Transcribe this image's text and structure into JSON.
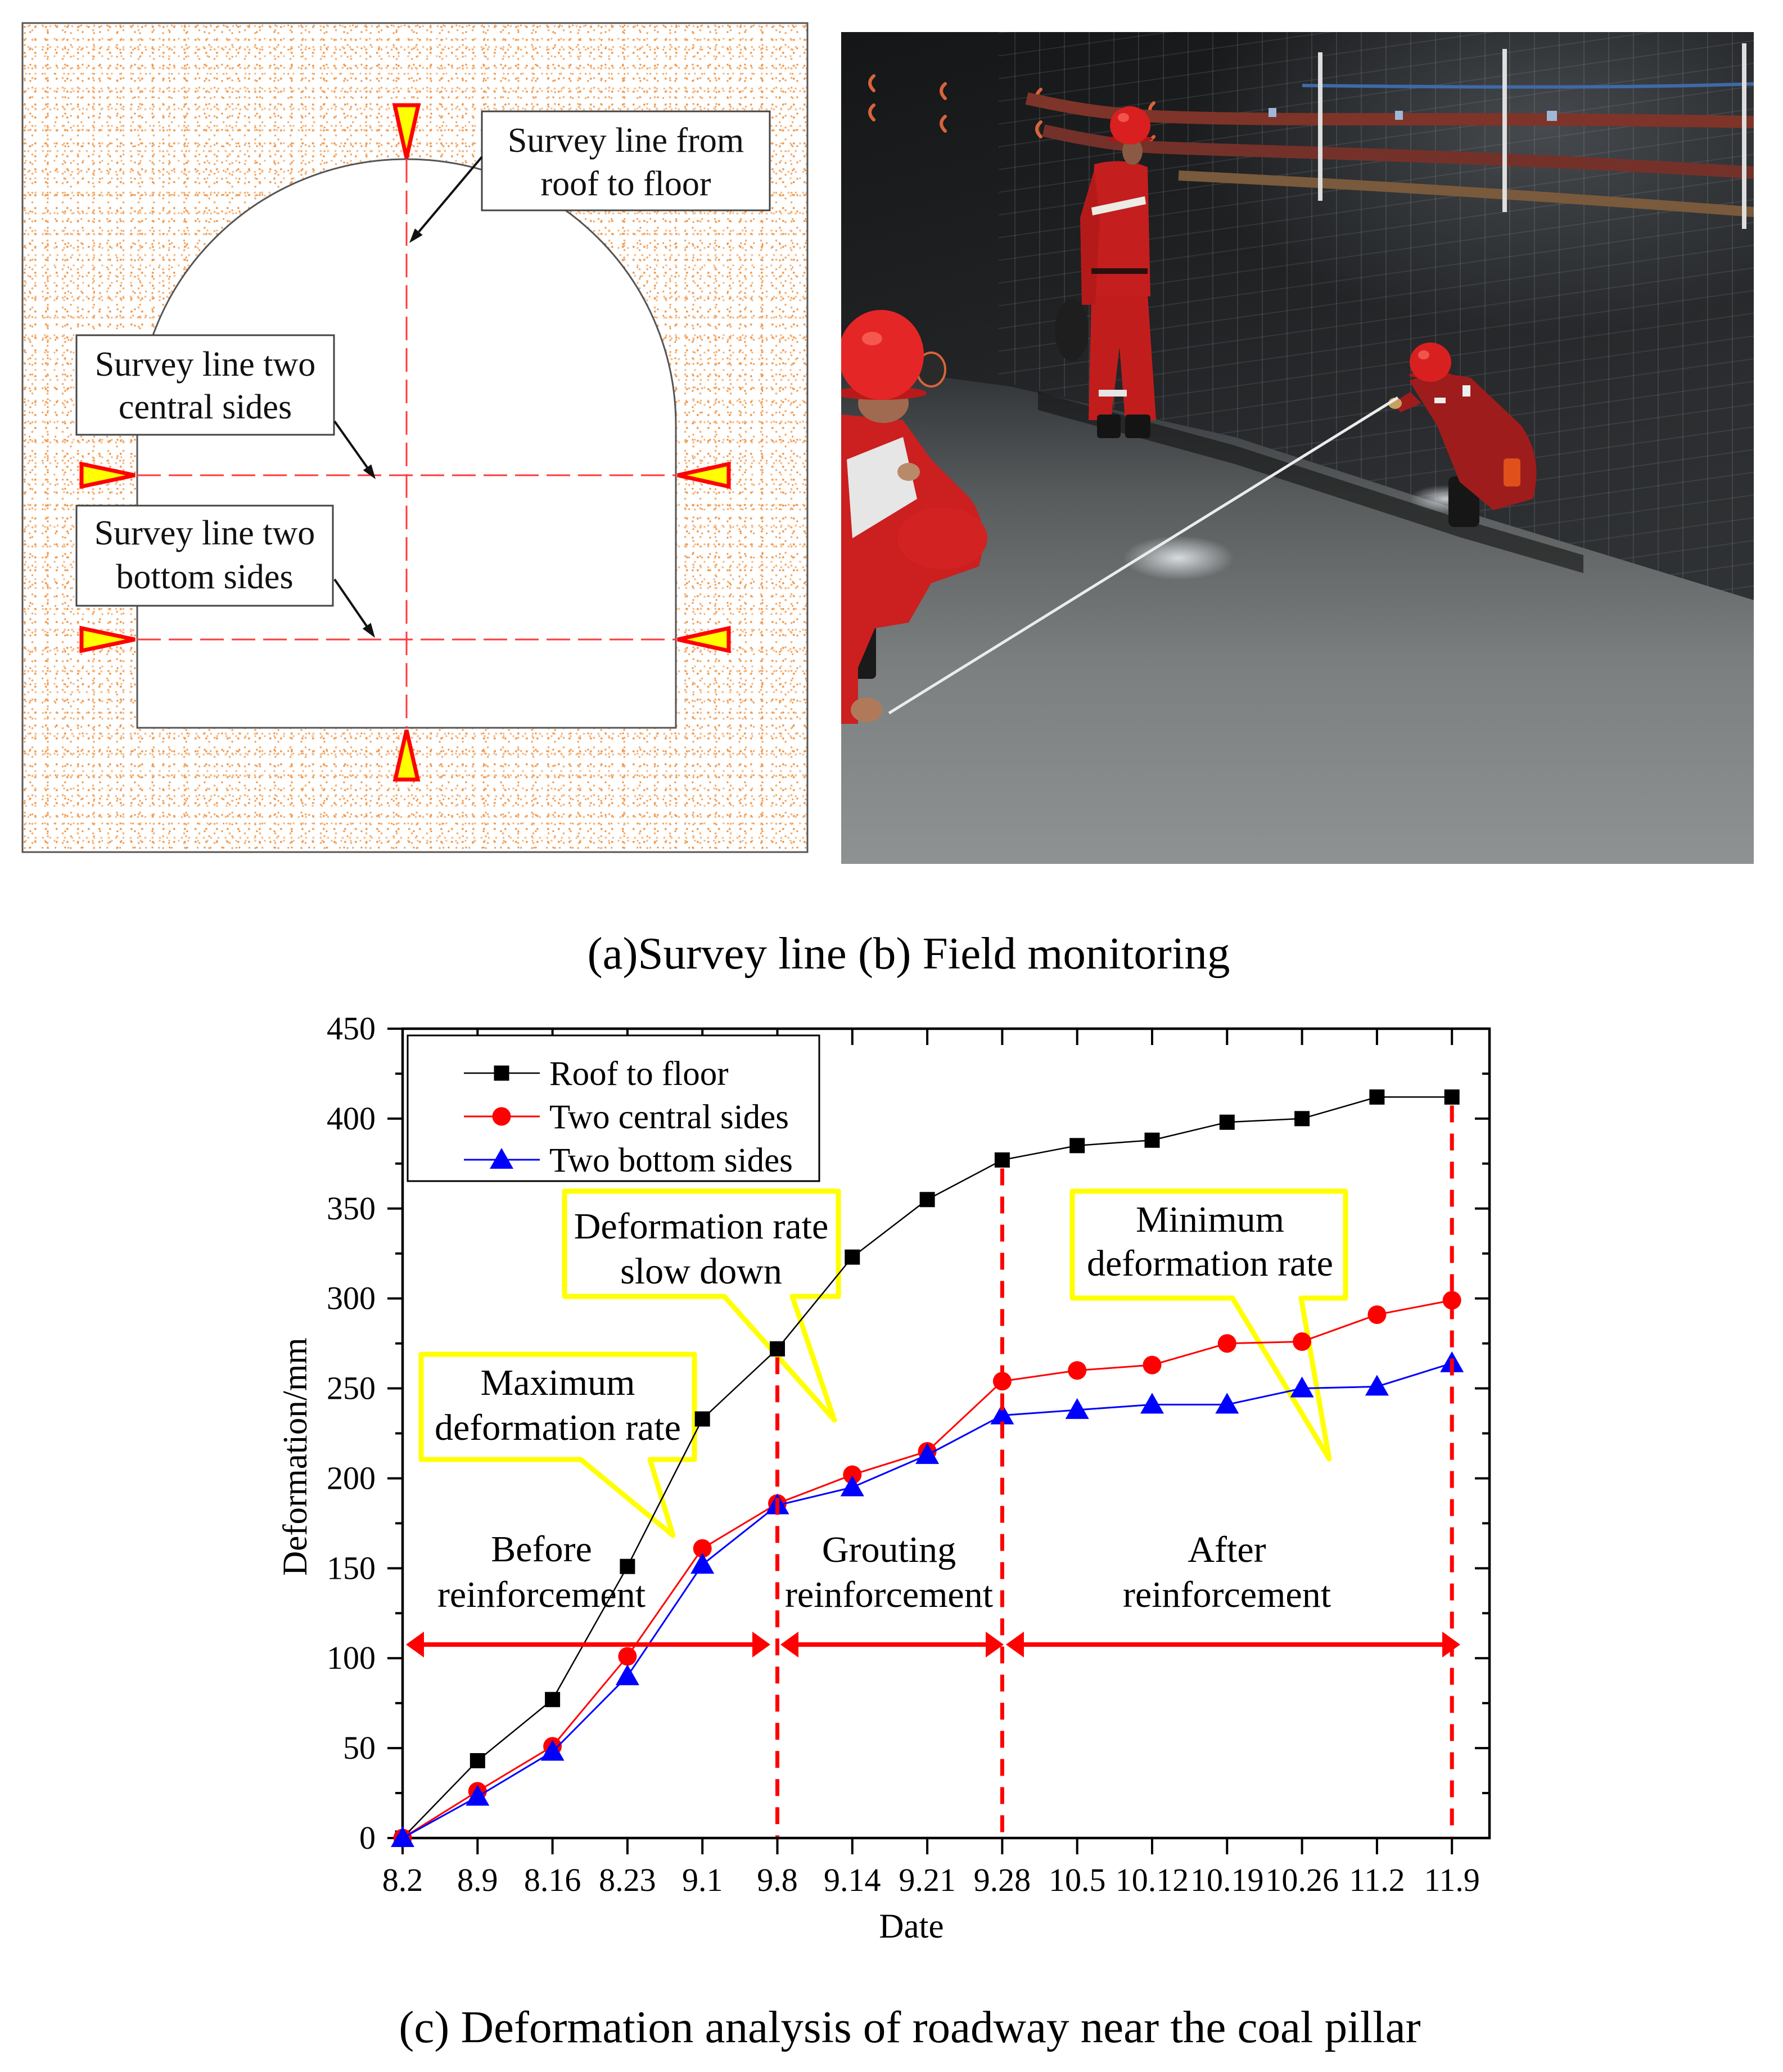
{
  "figure": {
    "caption_ab": "(a)Survey line (b) Field monitoring",
    "caption_c": "(c) Deformation analysis of roadway near the coal pillar"
  },
  "panel_a": {
    "kind": "roadway-cross-section-diagram",
    "labels": {
      "roof_to_floor": [
        "Survey line from",
        "roof to floor"
      ],
      "central_sides": [
        "Survey line two",
        "central sides"
      ],
      "bottom_sides": [
        "Survey line two",
        "bottom sides"
      ]
    },
    "colors": {
      "survey_line": "#ff3b3b",
      "marker_fill": "#ffff00",
      "marker_stroke": "#ff0000",
      "rock_speckle": "#f29a4f",
      "outline": "#555555"
    }
  },
  "panel_b": {
    "kind": "field-monitoring-photo",
    "workers": 3
  },
  "chart_data": {
    "type": "line",
    "title": "",
    "xlabel": "Date",
    "ylabel": "Deformation/mm",
    "categories": [
      "8.2",
      "8.9",
      "8.16",
      "8.23",
      "9.1",
      "9.8",
      "9.14",
      "9.21",
      "9.28",
      "10.5",
      "10.12",
      "10.19",
      "10.26",
      "11.2",
      "11.9"
    ],
    "ylim": [
      0,
      450
    ],
    "yticks": [
      0,
      50,
      100,
      150,
      200,
      250,
      300,
      350,
      400,
      450
    ],
    "major_step": 50,
    "minor_step": 25,
    "grid": false,
    "legend_position": "upper left",
    "series": [
      {
        "name": "Roof to floor",
        "color": "#000000",
        "marker": "square",
        "line_width": 2.5,
        "values": [
          0,
          43,
          77,
          151,
          233,
          272,
          323,
          355,
          377,
          385,
          388,
          398,
          400,
          412,
          412
        ]
      },
      {
        "name": "Two central sides",
        "color": "#ff0000",
        "marker": "circle",
        "line_width": 3,
        "values": [
          0,
          26,
          51,
          101,
          161,
          186,
          202,
          215,
          254,
          260,
          263,
          275,
          276,
          291,
          299
        ]
      },
      {
        "name": "Two bottom sides",
        "color": "#0000ff",
        "marker": "triangle",
        "line_width": 3,
        "values": [
          0,
          23,
          48,
          90,
          152,
          185,
          195,
          213,
          235,
          238,
          241,
          241,
          250,
          251,
          264
        ]
      }
    ],
    "reference_lines_at": [
      "9.8",
      "9.28",
      "11.9"
    ],
    "phases": [
      {
        "lines": [
          "Before",
          "reinforcement"
        ],
        "from": "8.2",
        "to": "9.8"
      },
      {
        "lines": [
          "Grouting",
          "reinforcement"
        ],
        "from": "9.8",
        "to": "9.28"
      },
      {
        "lines": [
          "After",
          "reinforcement"
        ],
        "from": "9.28",
        "to": "11.9"
      }
    ],
    "annotations": [
      {
        "lines": [
          "Maximum",
          "deformation rate"
        ]
      },
      {
        "lines": [
          "Deformation rate",
          "slow down"
        ]
      },
      {
        "lines": [
          "Minimum",
          "deformation rate"
        ]
      }
    ],
    "colors": {
      "annotation_box": "#ffff00",
      "phase_arrow": "#ff0000",
      "reference_line": "#ff0000"
    }
  }
}
